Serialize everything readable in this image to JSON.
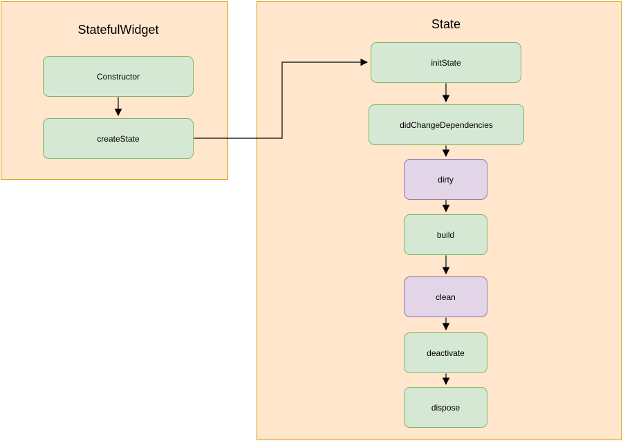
{
  "colors": {
    "container_fill": "#ffe6cc",
    "container_stroke": "#d79b00",
    "green_fill": "#d5e8d4",
    "green_stroke": "#82b366",
    "purple_fill": "#e1d5e7",
    "purple_stroke": "#9673a6",
    "arrow": "#000000",
    "text": "#000000"
  },
  "groups": [
    {
      "title": "StatefulWidget",
      "nodes": [
        {
          "label": "Constructor",
          "kind": "green"
        },
        {
          "label": "createState",
          "kind": "green"
        }
      ]
    },
    {
      "title": "State",
      "nodes": [
        {
          "label": "initState",
          "kind": "green"
        },
        {
          "label": "didChangeDependencies",
          "kind": "green"
        },
        {
          "label": "dirty",
          "kind": "purple"
        },
        {
          "label": "build",
          "kind": "green"
        },
        {
          "label": "clean",
          "kind": "purple"
        },
        {
          "label": "deactivate",
          "kind": "green"
        },
        {
          "label": "dispose",
          "kind": "green"
        }
      ]
    }
  ]
}
